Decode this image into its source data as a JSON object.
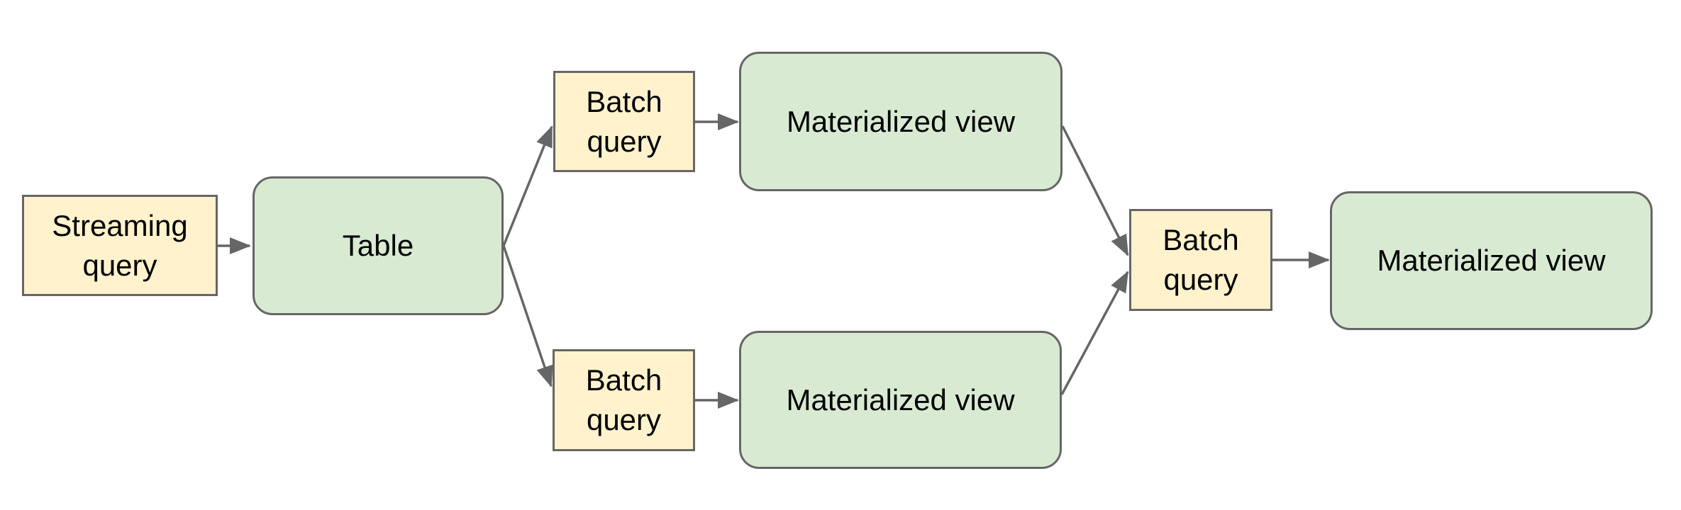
{
  "diagram": {
    "background_color": "#ffffff",
    "node_border_color": "#666666",
    "arrow_color": "#666666",
    "text_color": "#000000",
    "query_fill_color": "#fff2cc",
    "entity_fill_color": "#d9ead3",
    "nodes": {
      "streaming_query": {
        "label": "Streaming query",
        "shape": "rectangle",
        "fill": "#fff2cc"
      },
      "table": {
        "label": "Table",
        "shape": "rounded-rectangle",
        "fill": "#d9ead3"
      },
      "batch_query_top": {
        "label": "Batch query",
        "shape": "rectangle",
        "fill": "#fff2cc"
      },
      "materialized_view_top": {
        "label": "Materialized view",
        "shape": "rounded-rectangle",
        "fill": "#d9ead3"
      },
      "batch_query_bottom": {
        "label": "Batch query",
        "shape": "rectangle",
        "fill": "#fff2cc"
      },
      "materialized_view_bottom": {
        "label": "Materialized view",
        "shape": "rounded-rectangle",
        "fill": "#d9ead3"
      },
      "batch_query_merge": {
        "label": "Batch query",
        "shape": "rectangle",
        "fill": "#fff2cc"
      },
      "materialized_view_final": {
        "label": "Materialized view",
        "shape": "rounded-rectangle",
        "fill": "#d9ead3"
      }
    },
    "edges": [
      {
        "from": "streaming_query",
        "to": "table"
      },
      {
        "from": "table",
        "to": "batch_query_top"
      },
      {
        "from": "table",
        "to": "batch_query_bottom"
      },
      {
        "from": "batch_query_top",
        "to": "materialized_view_top"
      },
      {
        "from": "batch_query_bottom",
        "to": "materialized_view_bottom"
      },
      {
        "from": "materialized_view_top",
        "to": "batch_query_merge"
      },
      {
        "from": "materialized_view_bottom",
        "to": "batch_query_merge"
      },
      {
        "from": "batch_query_merge",
        "to": "materialized_view_final"
      }
    ]
  }
}
